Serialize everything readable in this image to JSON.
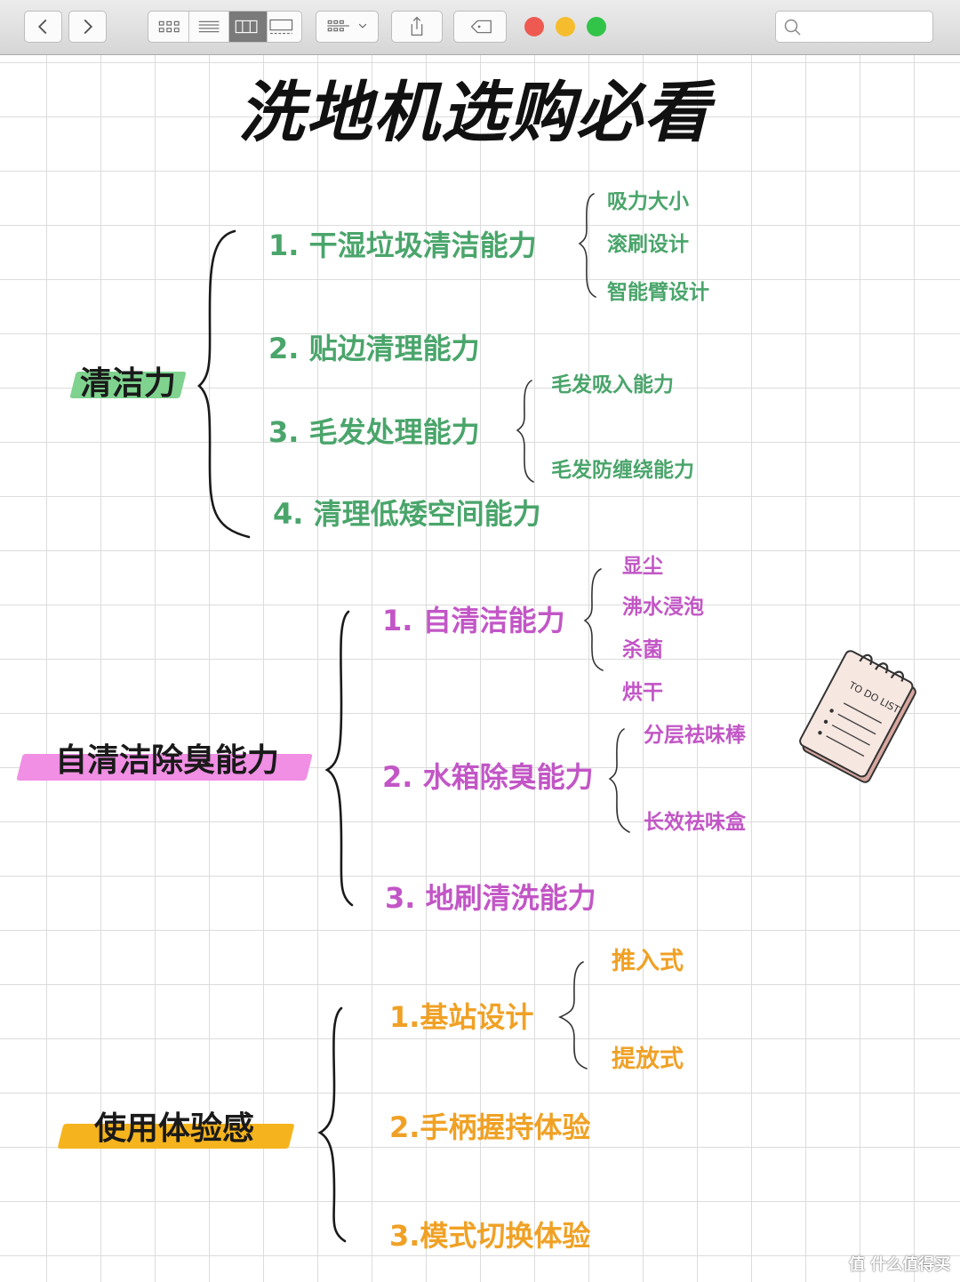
{
  "title": "洗地机选购必看",
  "sections": [
    {
      "category": "清洁力",
      "color": "#4aa56b",
      "highlight": "#7fd38f",
      "items": [
        {
          "label": "1.  干湿垃圾清洁能力",
          "subs": [
            "吸力大小",
            "滚刷设计",
            "智能臂设计"
          ]
        },
        {
          "label": "2.  贴边清理能力",
          "subs": []
        },
        {
          "label": "3.  毛发处理能力",
          "subs": [
            "毛发吸入能力",
            "毛发防缠绕能力"
          ]
        },
        {
          "label": "4.  清理低矮空间能力",
          "subs": []
        }
      ]
    },
    {
      "category": "自清洁除臭能力",
      "color": "#c256c6",
      "highlight": "#f08fe4",
      "items": [
        {
          "label": "1. 自清洁能力",
          "subs": [
            "显尘",
            "沸水浸泡",
            "杀菌",
            "烘干"
          ]
        },
        {
          "label": "2. 水箱除臭能力",
          "subs": [
            "分层祛味棒",
            "长效祛味盒"
          ]
        },
        {
          "label": "3. 地刷清洗能力",
          "subs": []
        }
      ]
    },
    {
      "category": "使用体验感",
      "color": "#f0a125",
      "highlight": "#f5b41e",
      "items": [
        {
          "label": "1.基站设计",
          "subs": [
            "推入式",
            "提放式"
          ]
        },
        {
          "label": "2.手柄握持体验",
          "subs": []
        },
        {
          "label": "3.模式切换体验",
          "subs": []
        }
      ]
    }
  ],
  "sticker": {
    "text": "TO DO LIST",
    "icon": "notepad-icon"
  },
  "watermark": "值 什么值得买",
  "toolbar": {
    "buttons": [
      "back-icon",
      "forward-icon",
      "grid-view-icon",
      "list-view-icon",
      "column-view-icon",
      "gallery-view-icon",
      "group-icon",
      "share-icon",
      "tag-icon"
    ],
    "window_controls": [
      "#ee5a52",
      "#f5bd2e",
      "#32c449"
    ]
  }
}
